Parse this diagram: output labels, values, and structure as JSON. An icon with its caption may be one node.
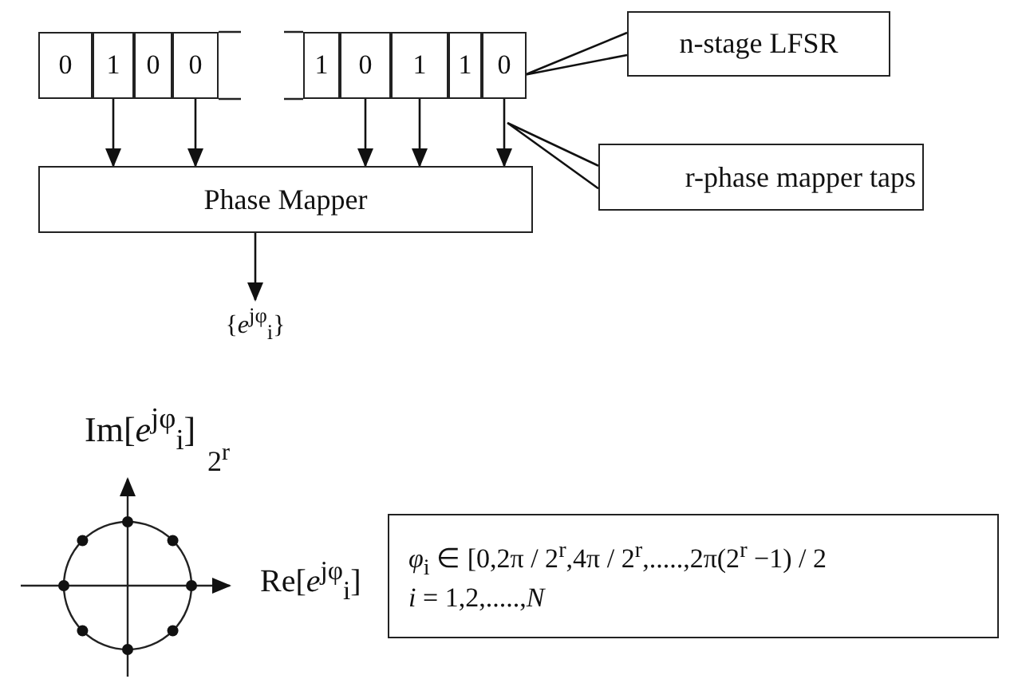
{
  "diagram": {
    "nodes": [
      {
        "text": [
          "0"
        ]
      },
      {
        "text": [
          "1"
        ]
      },
      {
        "text": [
          "0"
        ]
      },
      {
        "text": [
          "0"
        ]
      },
      {
        "text": [
          "1"
        ]
      },
      {
        "text": [
          "0"
        ]
      },
      {
        "text": [
          "1"
        ]
      },
      {
        "text": [
          "1"
        ]
      },
      {
        "text": [
          "0"
        ]
      },
      {
        "text": [
          "Phase Mapper"
        ]
      },
      {
        "text": [
          "n-stage LFSR"
        ]
      },
      {
        "text": [
          "r-phase mapper taps"
        ]
      },
      {
        "text": [
          "{*e*$^{jφ}$$_{i}$}"
        ]
      },
      {
        "text": [
          "*φ*$_{i}$ ∈ [0,2π / 2$^{r}$,4π / 2$^{r}$,.....,2π(2$^{r}$ −1) / 2",
          "*i* = 1,2,.....,*N*"
        ]
      }
    ],
    "edges": [
      {
        "from": 1,
        "to": 9,
        "arrow": "to"
      },
      {
        "from": 3,
        "to": 9,
        "arrow": "to"
      },
      {
        "from": 5,
        "to": 9,
        "arrow": "to"
      },
      {
        "from": 6,
        "to": 9,
        "arrow": "to"
      },
      {
        "from": 8,
        "to": 9,
        "arrow": "to"
      },
      {
        "from": 9,
        "to": 12,
        "arrow": "to"
      },
      {
        "from": 10,
        "to": 8,
        "arrow": "none"
      },
      {
        "from": 11,
        "to": null,
        "arrow": "none"
      }
    ],
    "labels": [
      "Im[*e*$^{jφ}$$_{i}$]",
      "2$^{r}$",
      "Re[*e*$^{jφ}$$_{i}$]"
    ]
  }
}
